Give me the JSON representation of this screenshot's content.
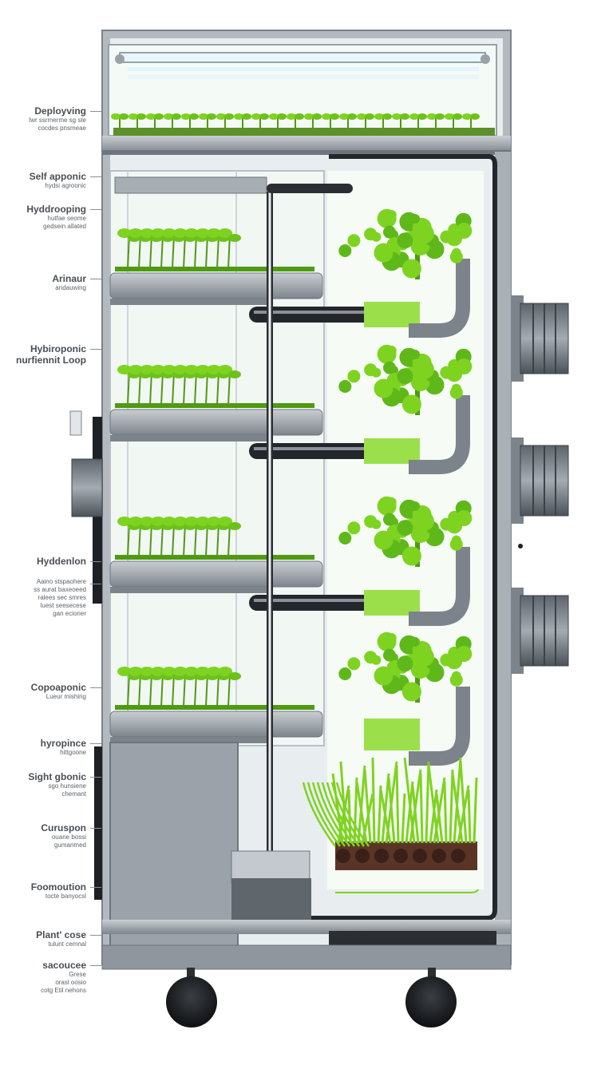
{
  "labels": [
    {
      "title": "Deployving",
      "sub": [
        "Iwr ssrmerme sg ste",
        "cocdes pnsmeae"
      ]
    },
    {
      "title": "Self apponic",
      "sub": [
        "hydsi agroonic"
      ]
    },
    {
      "title": "Hyddrooping",
      "sub": [
        "hutfae seome",
        "gedsein allated"
      ]
    },
    {
      "title": "Arinaur",
      "sub": [
        "andauwing"
      ]
    },
    {
      "title": "Hybiroponic",
      "sub": [],
      "title2": "nurfiennit Loop"
    },
    {
      "title": "Hyddenlon",
      "sub": []
    },
    {
      "title": "",
      "sub": [
        "Aaino stspaohere",
        "ss aurat baxeoeed",
        "ralees sec smres",
        "luest seesecese",
        "gan ecioner"
      ]
    },
    {
      "title": "Copoaponic",
      "sub": [
        "Lueur mishing"
      ]
    },
    {
      "title": "hyropince",
      "sub": [
        "hittgoone"
      ]
    },
    {
      "title": "Sight gbonic",
      "sub": [
        "sgo hunsiene",
        "chemant"
      ]
    },
    {
      "title": "Curuspon",
      "sub": [
        "ouane bossi",
        "gumanmed"
      ]
    },
    {
      "title": "Foomoution",
      "sub": [
        "tocte banyocsl"
      ]
    },
    {
      "title": "Plant' cose",
      "sub": [
        "tulunt cemnal"
      ]
    },
    {
      "title": "sacoucee",
      "sub": [
        "Grese",
        "orasl oosio",
        "cotg Etil nehons"
      ]
    }
  ],
  "colors": {
    "frame": "#9aa1a8",
    "frame_dark": "#6e757c",
    "glass": "#f2f8f4",
    "leaf": "#7ed321",
    "leaf_dark": "#4f9a12",
    "pipe": "#2b2f33",
    "soil": "#5a3526"
  }
}
